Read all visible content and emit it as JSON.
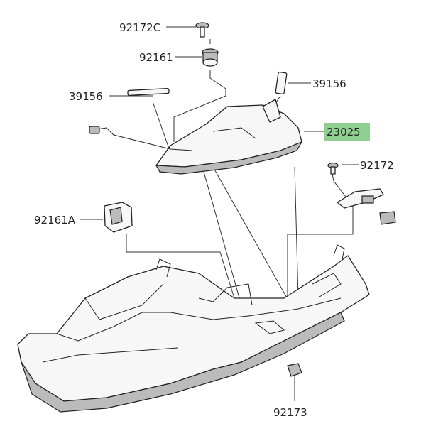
{
  "diagram": {
    "highlight_color": "#8fcf8f",
    "labels": {
      "screw_top": "92172C",
      "grommet": "92161",
      "strip_right": "39156",
      "strip_left": "39156",
      "main_part": "23025",
      "screw_right": "92172",
      "clip_left": "92161A",
      "nut_bottom": "92173"
    }
  }
}
